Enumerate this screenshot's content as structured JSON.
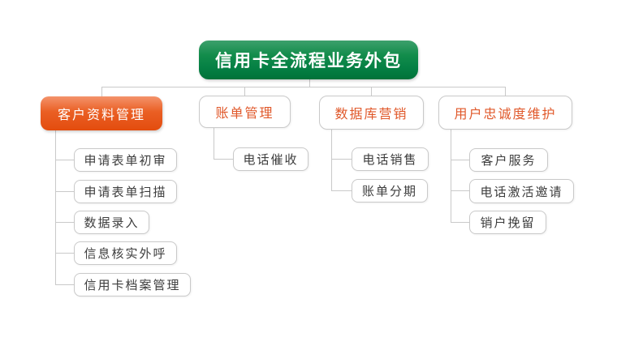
{
  "diagram": {
    "root": {
      "label": "信用卡全流程业务外包"
    },
    "branches": [
      {
        "label": "客户资料管理",
        "emphasis": "filled-orange",
        "children": [
          "申请表单初审",
          "申请表单扫描",
          "数据录入",
          "信息核实外呼",
          "信用卡档案管理"
        ]
      },
      {
        "label": "账单管理",
        "emphasis": "outline",
        "children": [
          "电话催收"
        ]
      },
      {
        "label": "数据库营销",
        "emphasis": "outline",
        "children": [
          "电话销售",
          "账单分期"
        ]
      },
      {
        "label": "用户忠诚度维护",
        "emphasis": "outline",
        "children": [
          "客户服务",
          "电话激活邀请",
          "销户挽留"
        ]
      }
    ],
    "colors": {
      "root_fill": "#0a8a47",
      "highlight_fill": "#e85a1e",
      "branch_text": "#e0582a",
      "leaf_text": "#3d3d3d",
      "connector": "#c9c9c9",
      "background": "#ffffff"
    }
  }
}
